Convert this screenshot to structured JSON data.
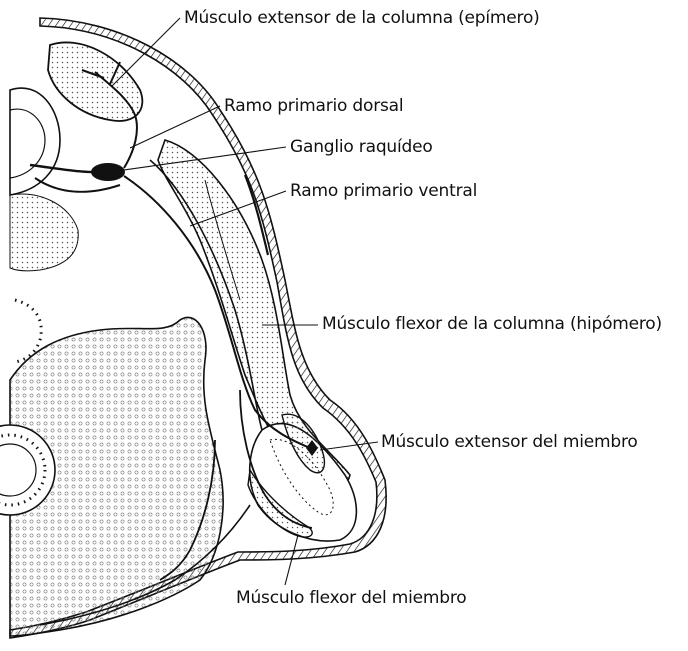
{
  "labels": {
    "epimero": "Músculo extensor de la columna (epímero)",
    "ramo_dorsal": "Ramo primario dorsal",
    "ganglio": "Ganglio raquídeo",
    "ramo_ventral": "Ramo primario ventral",
    "hipomero": "Músculo flexor de la columna (hipómero)",
    "extensor_miembro": "Músculo extensor del miembro",
    "flexor_miembro": "Músculo flexor del miembro"
  },
  "colors": {
    "ink": "#111111",
    "stipple": "#6f6f6f",
    "background": "#ffffff"
  }
}
